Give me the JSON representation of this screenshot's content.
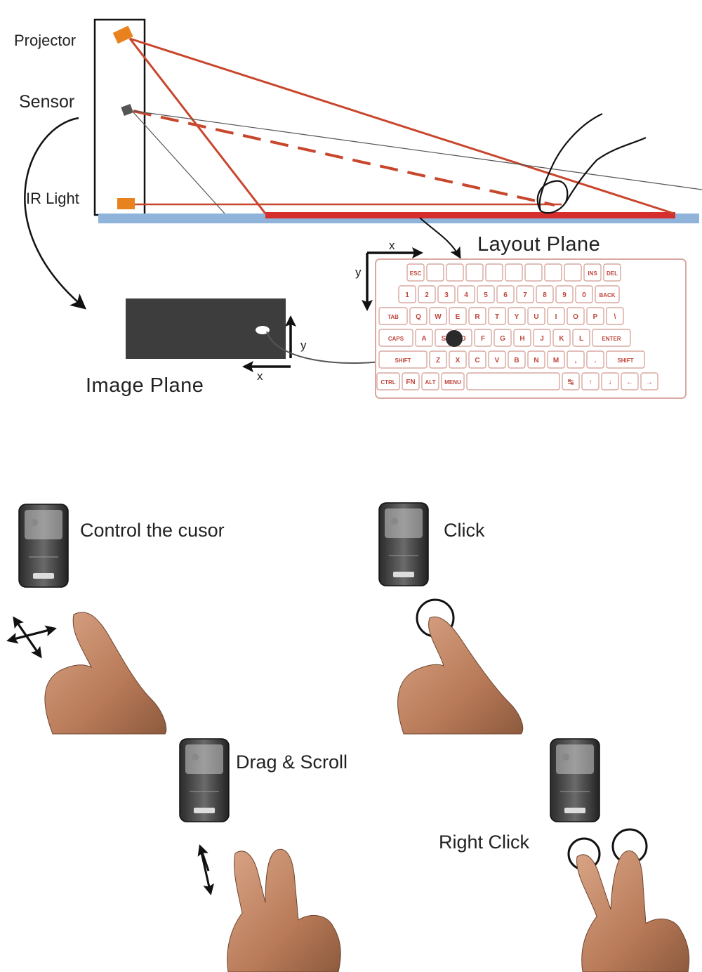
{
  "diagram": {
    "component_labels": {
      "projector": "Projector",
      "sensor": "Sensor",
      "ir_light": "IR Light"
    },
    "planes": {
      "layout_plane": "Layout Plane",
      "image_plane": "Image Plane"
    },
    "axes": {
      "x": "x",
      "y": "y"
    },
    "keyboard_rows": [
      [
        "ESC",
        "",
        "",
        "",
        "",
        "",
        "",
        "",
        "",
        "INS",
        "DEL"
      ],
      [
        "1",
        "2",
        "3",
        "4",
        "5",
        "6",
        "7",
        "8",
        "9",
        "0",
        "BACK"
      ],
      [
        "TAB",
        "Q",
        "W",
        "E",
        "R",
        "T",
        "Y",
        "U",
        "I",
        "O",
        "P",
        "\\"
      ],
      [
        "CAPS",
        "A",
        "S",
        "D",
        "F",
        "G",
        "H",
        "J",
        "K",
        "L",
        "ENTER"
      ],
      [
        "SHIFT",
        "Z",
        "X",
        "C",
        "V",
        "B",
        "N",
        "M",
        ",",
        ".",
        "SHIFT"
      ],
      [
        "CTRL",
        "FN",
        "ALT",
        "MENU",
        "",
        "↹",
        "↑",
        "↓",
        "←",
        "→"
      ]
    ],
    "colors": {
      "projection_red": "#c8462c",
      "surface_blue": "#8fb3d9",
      "device_orange": "#e8821e",
      "image_plane_gray": "#3d3d3d",
      "key_text_red": "#c0463c"
    }
  },
  "gestures": [
    {
      "label": "Control the cusor",
      "icon": "cross-arrow-icon"
    },
    {
      "label": "Click",
      "icon": "circle-icon"
    },
    {
      "label": "Drag & Scroll",
      "icon": "vertical-arrow-icon"
    },
    {
      "label": "Right Click",
      "icon": "double-circle-icon"
    }
  ]
}
